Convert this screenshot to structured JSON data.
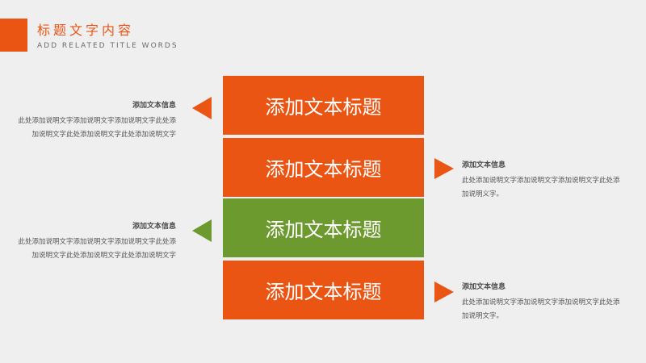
{
  "header": {
    "title": "标题文字内容",
    "subtitle": "ADD RELATED TITLE WORDS"
  },
  "colors": {
    "accent": "#ea5514",
    "green": "#6c9a2f",
    "background": "#efefef"
  },
  "blocks": [
    {
      "label": "添加文本标题",
      "color": "#ea5514"
    },
    {
      "label": "添加文本标题",
      "color": "#ea5514"
    },
    {
      "label": "添加文本标题",
      "color": "#6c9a2f"
    },
    {
      "label": "添加文本标题",
      "color": "#ea5514"
    }
  ],
  "infos": [
    {
      "side": "left",
      "title": "添加文本信息",
      "body": "此处添加说明文字添加说明文字添加说明文字此处添加说明文字此处添加说明文字此处添加说明文字"
    },
    {
      "side": "right",
      "title": "添加文本信息",
      "body": "此处添加说明文字添加说明文字添加说明文字此处添加说明义字。"
    },
    {
      "side": "left",
      "title": "添加文本信息",
      "body": "此处添加说明文字添加说明文字添加说明文字此处添加说明文字此处添加说明文字此处添加说明文字"
    },
    {
      "side": "right",
      "title": "添加文本信息",
      "body": "此处添加说明文字添加说明文字添加说明文字此处添加说明文字。"
    }
  ]
}
